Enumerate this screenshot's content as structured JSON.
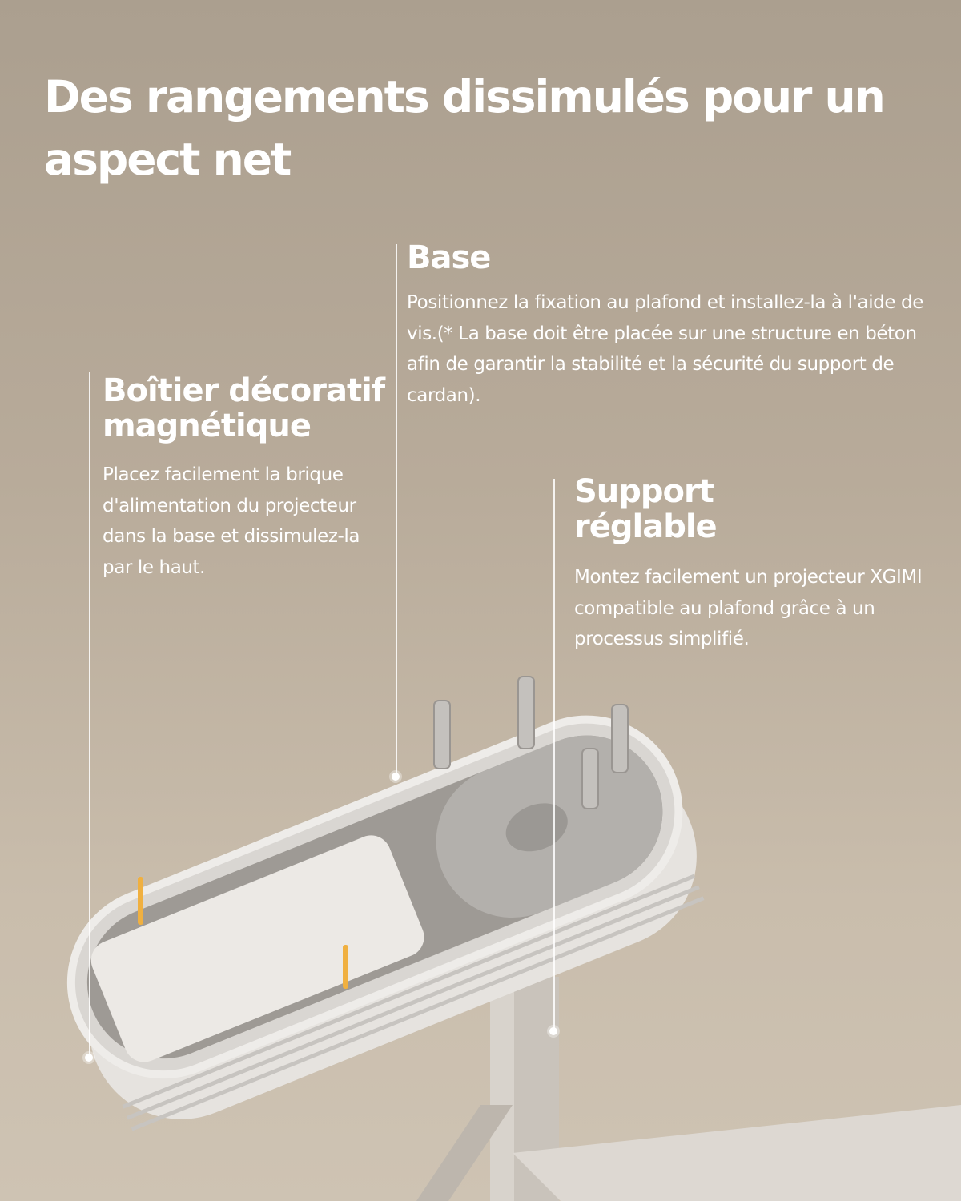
{
  "title": "Des rangements dissimulés pour un aspect net",
  "callouts": {
    "base": {
      "heading": "Base",
      "text": "Positionnez la fixation au plafond et installez-la à l'aide de vis.(* La base doit être placée sur une structure en béton afin de garantir la stabilité et la sécurité du support de cardan)."
    },
    "boitier": {
      "heading": "Boîtier décoratif magnétique",
      "text": "Placez facilement la brique d'alimentation du projecteur dans la base et dissimulez-la par le haut."
    },
    "support": {
      "heading": "Support réglable",
      "text": "Montez facilement un projecteur XGIMI compatible au plafond grâce à un processus simplifié."
    }
  },
  "colors": {
    "background_top": "#ab9f8f",
    "background_bottom": "#cec3b3",
    "text": "#ffffff",
    "screw": "#f0b040"
  }
}
